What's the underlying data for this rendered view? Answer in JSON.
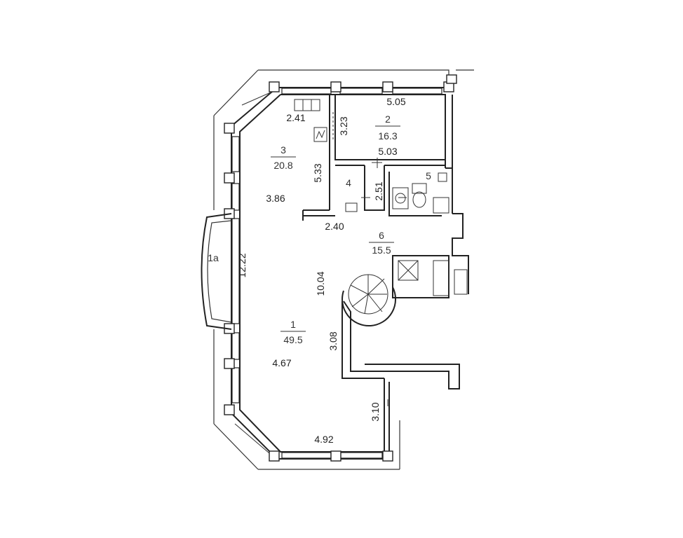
{
  "rooms": [
    {
      "id": "room-1",
      "number": "1",
      "area": "49.5"
    },
    {
      "id": "room-1a",
      "number": "1a"
    },
    {
      "id": "room-2",
      "number": "2",
      "area": "16.3"
    },
    {
      "id": "room-3",
      "number": "3",
      "area": "20.8"
    },
    {
      "id": "room-4",
      "number": "4"
    },
    {
      "id": "room-5",
      "number": "5"
    },
    {
      "id": "room-6",
      "number": "6",
      "area": "15.5"
    }
  ],
  "dimensions": {
    "d241": "2.41",
    "d505": "5.05",
    "d323": "3.23",
    "d503": "5.03",
    "d533": "5.33",
    "d251": "2.51",
    "d386": "3.86",
    "d240": "2.40",
    "d1222": "12.22",
    "d1004": "10.04",
    "d308": "3.08",
    "d467": "4.67",
    "d310": "3.10",
    "d492": "4.92"
  }
}
